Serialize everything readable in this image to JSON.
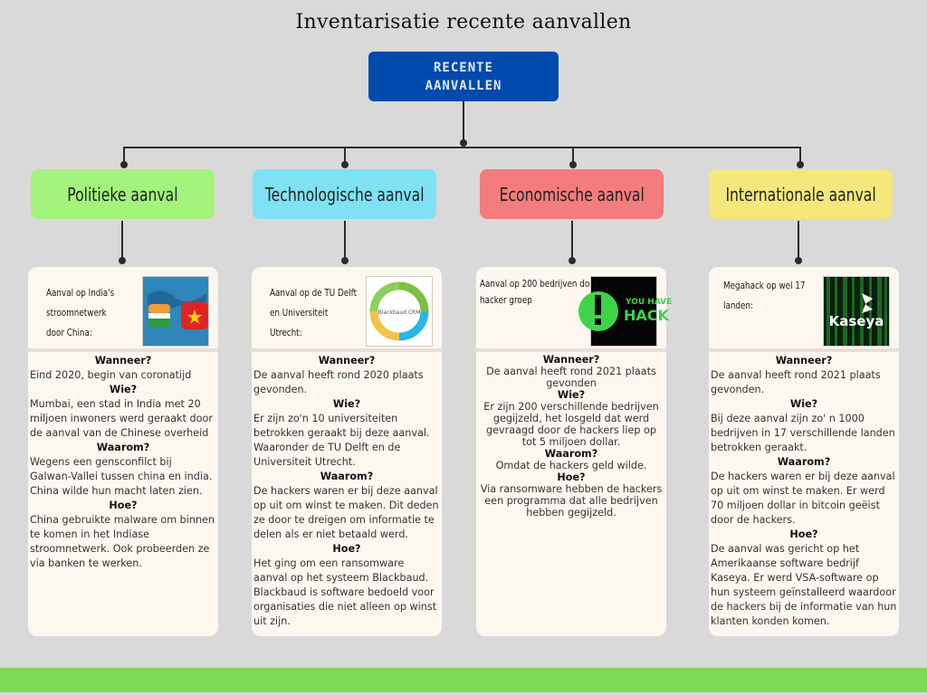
{
  "title": "Inventarisatie recente aanvallen",
  "root": {
    "line1": "RECENTE",
    "line2": "AANVALLEN",
    "color": "#004aad"
  },
  "categories": [
    {
      "label": "Politieke aanval",
      "color": "#a3f37c",
      "card": {
        "heading": [
          "Aanval op India's",
          "stroomnetwerk",
          "door China:"
        ],
        "image": "india-china-fists-icon",
        "sections": [
          {
            "q": "Wanneer?",
            "a": "Eind 2020, begin van coronatijd"
          },
          {
            "q": "Wie?",
            "a": "Mumbai, een stad in India met 20 miljoen inwoners werd geraakt door de aanval van de Chinese overheid"
          },
          {
            "q": "Waarom?",
            "a": "Wegens een gensconfilct bij Galwan-Vallei tussen china en india. China wilde hun macht laten zien."
          },
          {
            "q": "Hoe?",
            "a": "China gebruikte malware om binnen te komen in het Indiase stroomnetwerk. Ook probeerden ze via banken te werken."
          }
        ]
      }
    },
    {
      "label": "Technologische aanval",
      "color": "#7ee2f4",
      "card": {
        "heading": [
          "Aanval op de TU Delft",
          "en Universiteit",
          "Utrecht:"
        ],
        "image": "blackbaud-crm-logo",
        "image_text": "Blackbaud CRM",
        "sections": [
          {
            "q": "Wanneer?",
            "a": "De aanval heeft rond 2020 plaats gevonden."
          },
          {
            "q": "Wie?",
            "a": "Er zijn zo'n 10 universiteiten betrokken geraakt bij deze aanval. Waaronder de TU Delft en de Universiteit Utrecht."
          },
          {
            "q": "Waarom?",
            "a": "De hackers waren er bij deze aanval op uit om winst te maken. Dit deden ze door te dreigen om informatie te delen als er niet betaald werd."
          },
          {
            "q": "Hoe?",
            "a": "Het ging om een ransomware aanval op het systeem Blackbaud. Blackbaud is software bedoeld voor organisaties die niet alleen op winst uit zijn."
          }
        ]
      }
    },
    {
      "label": "Economische aanval",
      "color": "#f47c7c",
      "card": {
        "heading": [
          "Aanval op 200 bedrijven door",
          "hacker groep"
        ],
        "image": "you-have-been-hacked-icon",
        "image_text": "YOU HAVE HACK",
        "sections": [
          {
            "q": "Wanneer?",
            "a": "De aanval heeft rond 2021 plaats gevonden"
          },
          {
            "q": "Wie?",
            "a": "Er zijn 200 verschillende bedrijven gegijzeld, het losgeld dat werd gevraagd door de hackers liep op tot 5 miljoen dollar."
          },
          {
            "q": "Waarom?",
            "a": "Omdat de hackers geld wilde."
          },
          {
            "q": "Hoe?",
            "a": "Via ransomware hebben de hackers een programma dat alle bedrijven hebben gegijzeld."
          }
        ]
      }
    },
    {
      "label": "Internationale aanval",
      "color": "#f4e77c",
      "card": {
        "heading": [
          "Megahack  op wel 17",
          "landen:"
        ],
        "image": "kaseya-logo",
        "image_text": "Kaseya",
        "sections": [
          {
            "q": "Wanneer?",
            "a": "De aanval heeft rond 2021 plaats gevonden."
          },
          {
            "q": "Wie?",
            "a": "Bij deze aanval zijn zo' n 1000 bedrijven in 17 verschillende landen betrokken geraakt."
          },
          {
            "q": "Waarom?",
            "a": "De hackers waren er bij deze aanval op uit om winst te maken. Er werd 70 miljoen dollar in bitcoin geëist door de hackers."
          },
          {
            "q": "Hoe?",
            "a": "De aanval was gericht op het Amerikaanse software bedrijf Kaseya. Er werd VSA-software op hun systeem geïnstalleerd waardoor de hackers bij de informatie van hun klanten konden komen."
          }
        ]
      }
    }
  ],
  "footer": {
    "color": "#7ed957"
  }
}
